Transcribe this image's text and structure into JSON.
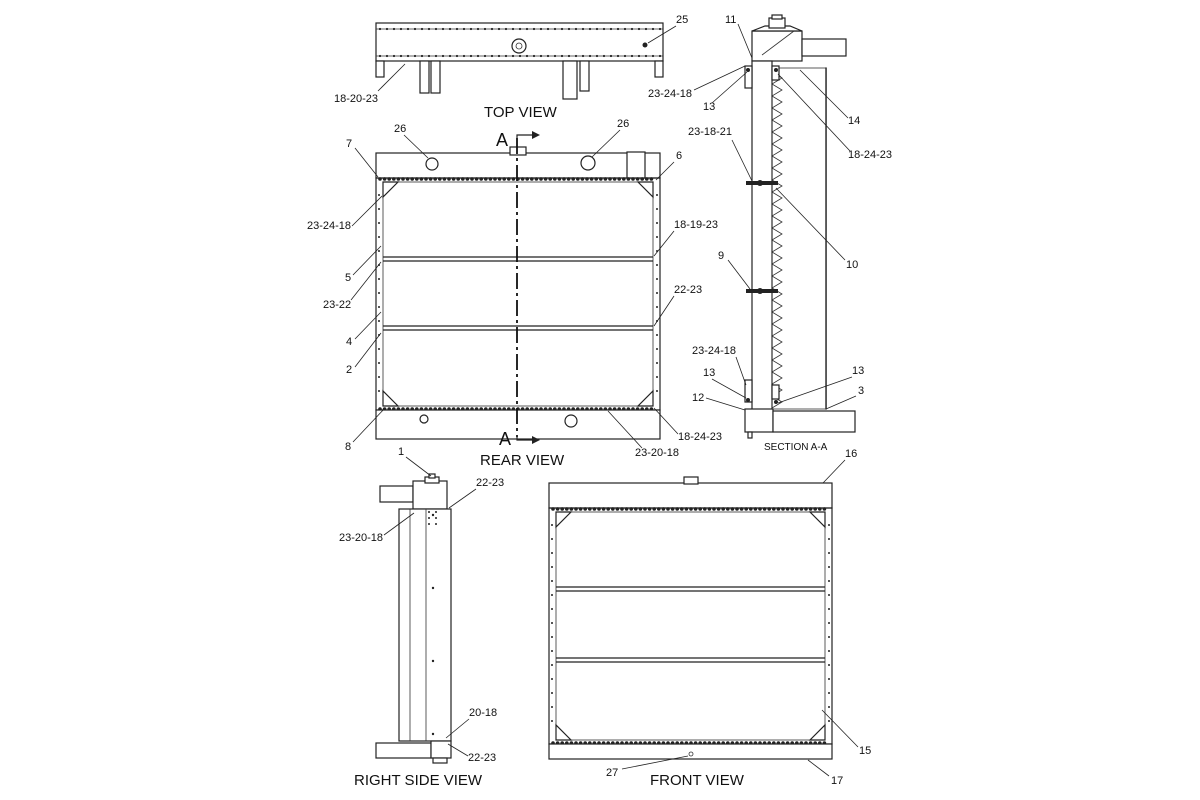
{
  "views": {
    "top": "TOP VIEW",
    "rear": "REAR VIEW",
    "section": "SECTION A-A",
    "right_side": "RIGHT SIDE VIEW",
    "front": "FRONT VIEW"
  },
  "section_marks": {
    "top": "A",
    "bottom": "A"
  },
  "callouts": {
    "c25": "25",
    "c18_20_23": "18-20-23",
    "c26a": "26",
    "c26b": "26",
    "c7": "7",
    "c6": "6",
    "c23_24_18_r": "23-24-18",
    "c18_19_23": "18-19-23",
    "c5": "5",
    "c23_22": "23-22",
    "c22_23_r": "22-23",
    "c4": "4",
    "c2": "2",
    "c8": "8",
    "c18_24_23_r": "18-24-23",
    "c23_20_18_r": "23-20-18",
    "c11": "11",
    "c23_24_18_s1": "23-24-18",
    "c13_s1": "13",
    "c14": "14",
    "c18_24_23_s": "18-24-23",
    "c23_18_21": "23-18-21",
    "c10": "10",
    "c9": "9",
    "c23_24_18_s2": "23-24-18",
    "c13_s2": "13",
    "c13_s3": "13",
    "c3": "3",
    "c12": "12",
    "c1": "1",
    "c22_23_rs1": "22-23",
    "c23_20_18_rs": "23-20-18",
    "c20_18": "20-18",
    "c22_23_rs2": "22-23",
    "c16": "16",
    "c15": "15",
    "c27": "27",
    "c17": "17"
  }
}
